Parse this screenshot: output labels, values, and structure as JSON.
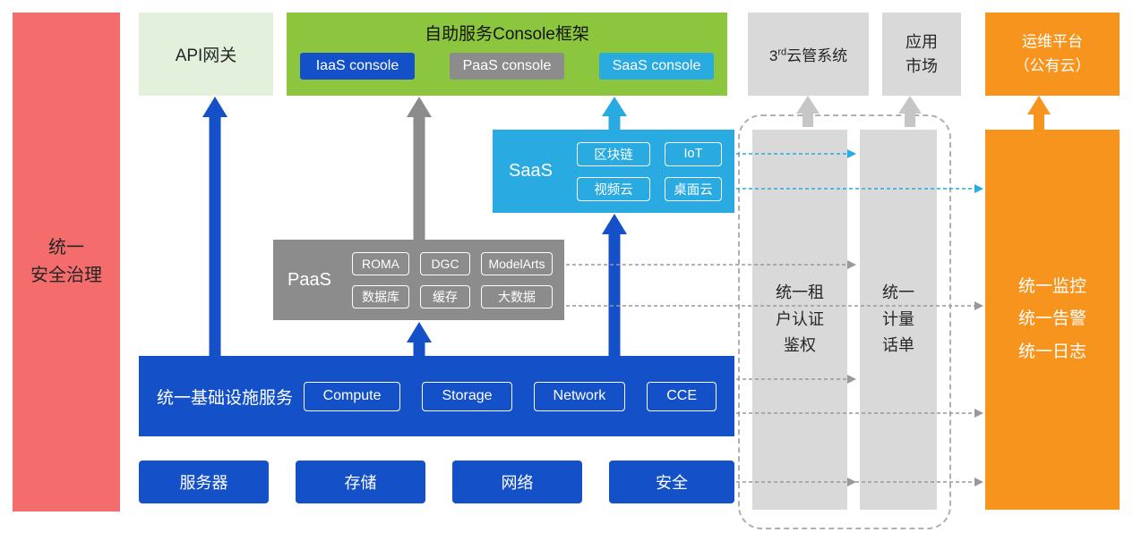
{
  "left_bar": {
    "label": "统一\n安全治理"
  },
  "api_gateway": {
    "label": "API网关"
  },
  "console_framework": {
    "title": "自助服务Console框架",
    "consoles": [
      "IaaS console",
      "PaaS console",
      "SaaS console"
    ]
  },
  "third_cloud_mgmt": {
    "prefix": "3",
    "sup": "rd",
    "suffix": "云管系统"
  },
  "app_market": {
    "label": "应用\n市场"
  },
  "om_platform": {
    "label": "运维平台\n（公有云）"
  },
  "saas": {
    "label": "SaaS",
    "chips": [
      "区块链",
      "IoT",
      "视频云",
      "桌面云"
    ]
  },
  "paas": {
    "label": "PaaS",
    "chips": [
      "ROMA",
      "DGC",
      "ModelArts",
      "数据库",
      "缓存",
      "大数据"
    ]
  },
  "infrastructure": {
    "label": "统一基础设施服务",
    "chips": [
      "Compute",
      "Storage",
      "Network",
      "CCE"
    ]
  },
  "hardware": {
    "items": [
      "服务器",
      "存储",
      "网络",
      "安全"
    ]
  },
  "tenant_auth_bar": {
    "label": "统一租\n户认证\n鉴权"
  },
  "metering_bar": {
    "label": "统一\n计量\n话单"
  },
  "monitoring_bar": {
    "label": "统一监控\n统一告警\n统一日志"
  },
  "colors": {
    "red": "#F56C6C",
    "light_green": "#E2F0DC",
    "green": "#8CC63F",
    "blue": "#1450C8",
    "gray": "#8C8C8C",
    "light_gray": "#D9D9D9",
    "cyan": "#29ABE2",
    "orange": "#F7941D"
  }
}
